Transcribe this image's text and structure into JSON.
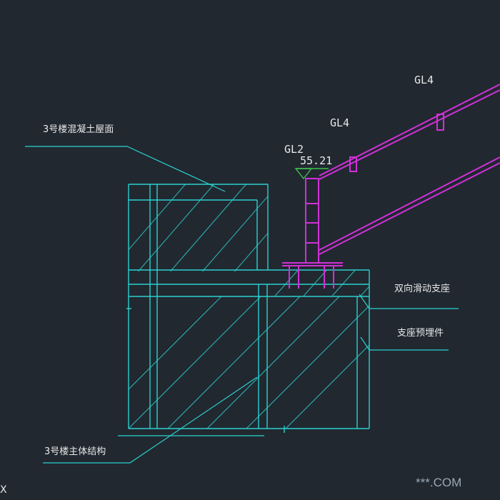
{
  "labels": {
    "roof_surface": "3号楼混凝土屋面",
    "main_structure": "3号楼主体结构",
    "sliding_support": "双向滑动支座",
    "embedded_part": "支座预埋件"
  },
  "member_tags": {
    "gl2": "GL2",
    "gl4_lower": "GL4",
    "gl4_upper": "GL4"
  },
  "elevation": "55.21",
  "watermark": "***.COM",
  "edge_glyph": "X",
  "colors": {
    "background": "#212830",
    "structure": "#2bd1cf",
    "hatch": "#2aa7a6",
    "steel": "#d130d8",
    "leader": "#2bd1cf",
    "elevation_marker": "#3fbf4c",
    "text": "#e8e8e8"
  }
}
